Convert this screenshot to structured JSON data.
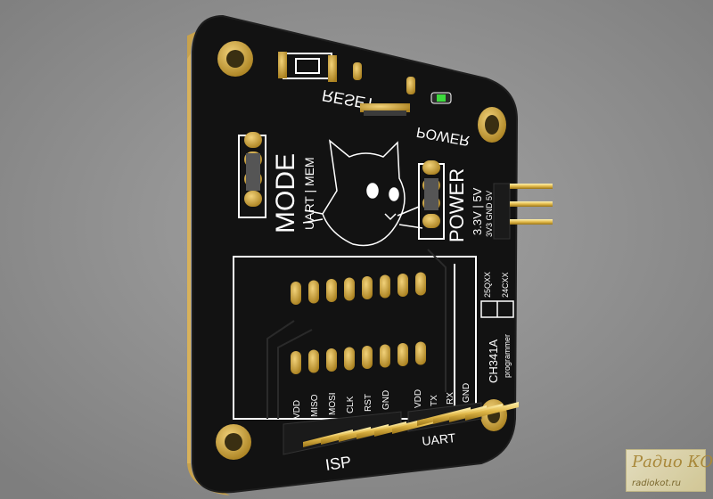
{
  "board": {
    "reset_label": "RESET",
    "power_led_label": "POWER",
    "mode_title": "MODE",
    "mode_options": "UART | MEM",
    "power_title": "POWER",
    "power_options": "3.3V | 5V",
    "header_pins_label": "3V3 GND 5V",
    "chip_name": "CH341A",
    "chip_sub": "programmer",
    "mem_type_1": "25QXX",
    "mem_type_2": "24CXX",
    "isp_pins": [
      "VDD",
      "MISO",
      "MOSI",
      "CLK",
      "RST",
      "GND"
    ],
    "uart_pins": [
      "VDD",
      "TX",
      "RX",
      "GND"
    ],
    "isp_label": "ISP",
    "uart_label": "UART",
    "colors": {
      "pcb": "#121212",
      "edge": "#d9b25a",
      "pad": "#c99a2e",
      "silkscreen": "#ffffff",
      "led": "#3ddc3d"
    }
  },
  "watermark": {
    "brand": "Радио КОТ",
    "url": "radiokot.ru"
  }
}
